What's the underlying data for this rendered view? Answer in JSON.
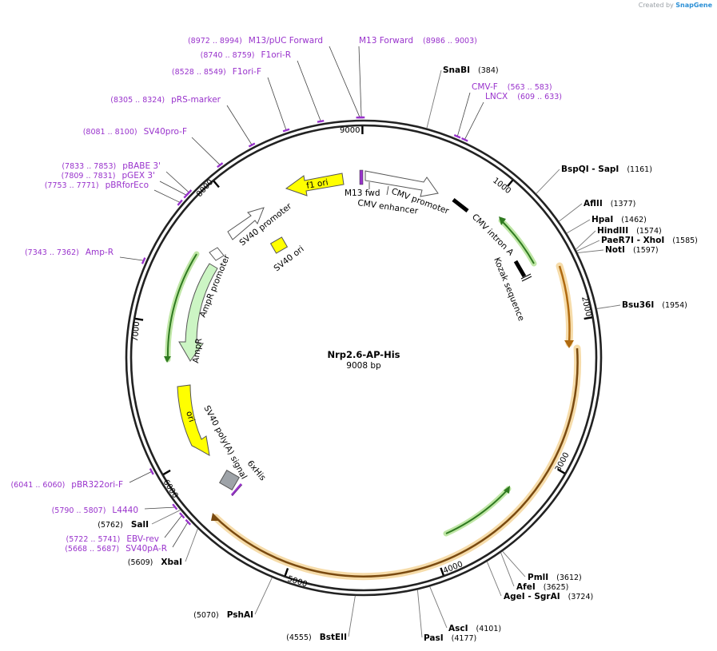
{
  "credit": {
    "prefix": "Created by",
    "brand": "SnapGene"
  },
  "plasmid": {
    "name": "Nrp2.6-AP-His",
    "length_label": "9008 bp"
  },
  "ticks": [
    {
      "label": "1000",
      "bp": 1000
    },
    {
      "label": "2000",
      "bp": 2000
    },
    {
      "label": "3000",
      "bp": 3000
    },
    {
      "label": "4000",
      "bp": 4000
    },
    {
      "label": "5000",
      "bp": 5000
    },
    {
      "label": "6000",
      "bp": 6000
    },
    {
      "label": "7000",
      "bp": 7000
    },
    {
      "label": "8000",
      "bp": 8000
    },
    {
      "label": "9000",
      "bp": 9000
    }
  ],
  "enzymes": [
    {
      "id": "snabi",
      "name": "SnaBI",
      "pos": "(384)",
      "bp": 384
    },
    {
      "id": "bspqi",
      "name": "BspQI  - SapI",
      "pos": "(1161)",
      "bp": 1161
    },
    {
      "id": "aflii",
      "name": "AflII",
      "pos": "(1377)",
      "bp": 1377
    },
    {
      "id": "hpai",
      "name": "HpaI",
      "pos": "(1462)",
      "bp": 1462
    },
    {
      "id": "hindiii",
      "name": "HindIII",
      "pos": "(1574)",
      "bp": 1574
    },
    {
      "id": "paer7i",
      "name": "PaeR7I  - XhoI",
      "pos": "(1585)",
      "bp": 1585
    },
    {
      "id": "noti",
      "name": "NotI",
      "pos": "(1597)",
      "bp": 1597
    },
    {
      "id": "bsu36i",
      "name": "Bsu36I",
      "pos": "(1954)",
      "bp": 1954
    },
    {
      "id": "pmli",
      "name": "PmlI",
      "pos": "(3612)",
      "bp": 3612
    },
    {
      "id": "afei",
      "name": "AfeI",
      "pos": "(3625)",
      "bp": 3625
    },
    {
      "id": "agei",
      "name": "AgeI  - SgrAI",
      "pos": "(3724)",
      "bp": 3724
    },
    {
      "id": "asci",
      "name": "AscI",
      "pos": "(4101)",
      "bp": 4101
    },
    {
      "id": "pasi",
      "name": "PasI",
      "pos": "(4177)",
      "bp": 4177
    },
    {
      "id": "bsteii",
      "name": "BstEII",
      "pos": "(4555)",
      "bp": 4555
    },
    {
      "id": "pshai",
      "name": "PshAI",
      "pos": "(5070)",
      "bp": 5070
    },
    {
      "id": "xbai",
      "name": "XbaI",
      "pos": "(5609)",
      "bp": 5609
    },
    {
      "id": "sali",
      "name": "SalI",
      "pos": "(5762)",
      "bp": 5762
    }
  ],
  "primers": [
    {
      "id": "m13-forward",
      "name": "M13 Forward",
      "pos": "(8986 .. 9003)",
      "bp": 8994
    },
    {
      "id": "m13-puc-forward",
      "name": "M13/pUC Forward",
      "pos": "(8972 .. 8994)",
      "bp": 8983
    },
    {
      "id": "f1ori-r",
      "name": "F1ori-R",
      "pos": "(8740 .. 8759)",
      "bp": 8750
    },
    {
      "id": "f1ori-f",
      "name": "F1ori-F",
      "pos": "(8528 .. 8549)",
      "bp": 8538
    },
    {
      "id": "prs-marker",
      "name": "pRS-marker",
      "pos": "(8305 .. 8324)",
      "bp": 8315
    },
    {
      "id": "sv40pro-f",
      "name": "SV40pro-F",
      "pos": "(8081 .. 8100)",
      "bp": 8090
    },
    {
      "id": "pbabe-3",
      "name": "pBABE 3'",
      "pos": "(7833 .. 7853)",
      "bp": 7843
    },
    {
      "id": "pgex-3",
      "name": "pGEX 3'",
      "pos": "(7809 .. 7831)",
      "bp": 7820
    },
    {
      "id": "pbrforeco",
      "name": "pBRforEco",
      "pos": "(7753 .. 7771)",
      "bp": 7762
    },
    {
      "id": "amp-r",
      "name": "Amp-R",
      "pos": "(7343 .. 7362)",
      "bp": 7352
    },
    {
      "id": "pbr322ori-f",
      "name": "pBR322ori-F",
      "pos": "(6041 .. 6060)",
      "bp": 6050
    },
    {
      "id": "l4440",
      "name": "L4440",
      "pos": "(5790 .. 5807)",
      "bp": 5798
    },
    {
      "id": "ebv-rev",
      "name": "EBV-rev",
      "pos": "(5722 .. 5741)",
      "bp": 5731
    },
    {
      "id": "sv40pa-r",
      "name": "SV40pA-R",
      "pos": "(5668 .. 5687)",
      "bp": 5677
    },
    {
      "id": "cmv-f",
      "name": "CMV-F",
      "pos": "(563 .. 583)",
      "bp": 573
    },
    {
      "id": "lncx",
      "name": "LNCX",
      "pos": "(609 .. 633)",
      "bp": 621
    }
  ],
  "features": [
    {
      "id": "m13-fwd",
      "label": "M13 fwd"
    },
    {
      "id": "cmv-enhancer",
      "label": "CMV enhancer"
    },
    {
      "id": "cmv-promoter",
      "label": "CMV promoter"
    },
    {
      "id": "cmv-intron-a",
      "label": "CMV intron A"
    },
    {
      "id": "kozak-sequence",
      "label": "Kozak sequence"
    },
    {
      "id": "f1-ori",
      "label": "f1 ori"
    },
    {
      "id": "sv40-promoter",
      "label": "SV40 promoter"
    },
    {
      "id": "sv40-ori",
      "label": "SV40 ori"
    },
    {
      "id": "ampr-promoter",
      "label": "AmpR promoter"
    },
    {
      "id": "ampr",
      "label": "AmpR"
    },
    {
      "id": "ori",
      "label": "ori"
    },
    {
      "id": "sv40-polya-signal",
      "label": "SV40 poly(A) signal"
    },
    {
      "id": "6xhis",
      "label": "6xHis"
    }
  ],
  "colors": {
    "backbone": "#222222",
    "primer": "#9933cc",
    "orf_orange": "#e0a040",
    "orf_glow": "#f6dcaa",
    "green": "#3a8a2a",
    "green_glow": "#bfe6a6",
    "yellow": "#ffff00",
    "promoter_fill": "#ffffff",
    "ampr_fill": "#ccf5c4",
    "gray_box": "#9ea3a8"
  }
}
